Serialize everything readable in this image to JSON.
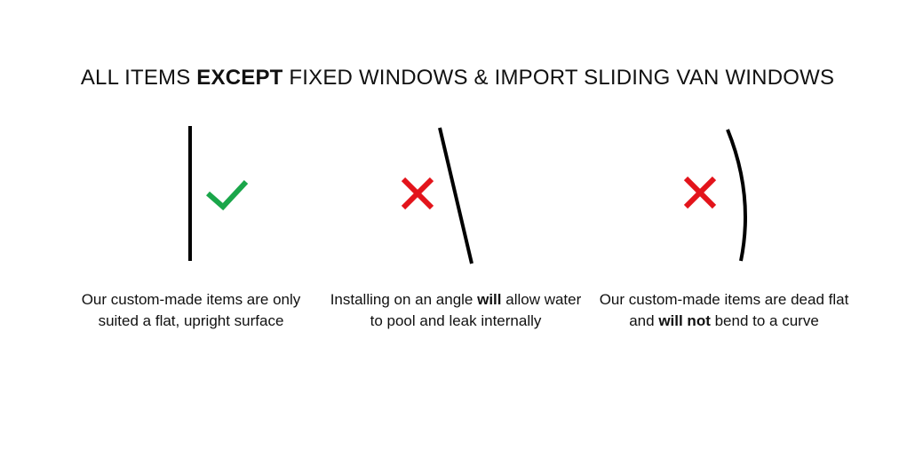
{
  "heading": {
    "before": "ALL ITEMS ",
    "emphasis": "EXCEPT",
    "after": " FIXED WINDOWS & IMPORT SLIDING VAN WINDOWS"
  },
  "panels": [
    {
      "surface": "flat-upright",
      "mark": "check",
      "mark_color": "#1aa64a",
      "caption": {
        "before": "Our custom-made items are only suited a flat, upright surface",
        "emphasis": "",
        "after": ""
      }
    },
    {
      "surface": "angled",
      "mark": "cross",
      "mark_color": "#e3141b",
      "caption": {
        "before": "Installing on an angle ",
        "emphasis": "will",
        "after": " allow water to pool and leak internally"
      }
    },
    {
      "surface": "curved",
      "mark": "cross",
      "mark_color": "#e3141b",
      "caption": {
        "before": "Our custom-made items are dead flat and ",
        "emphasis": "will not",
        "after": " bend to a curve"
      }
    }
  ],
  "colors": {
    "surface_line": "#000000",
    "text": "#111111",
    "background": "#ffffff"
  }
}
